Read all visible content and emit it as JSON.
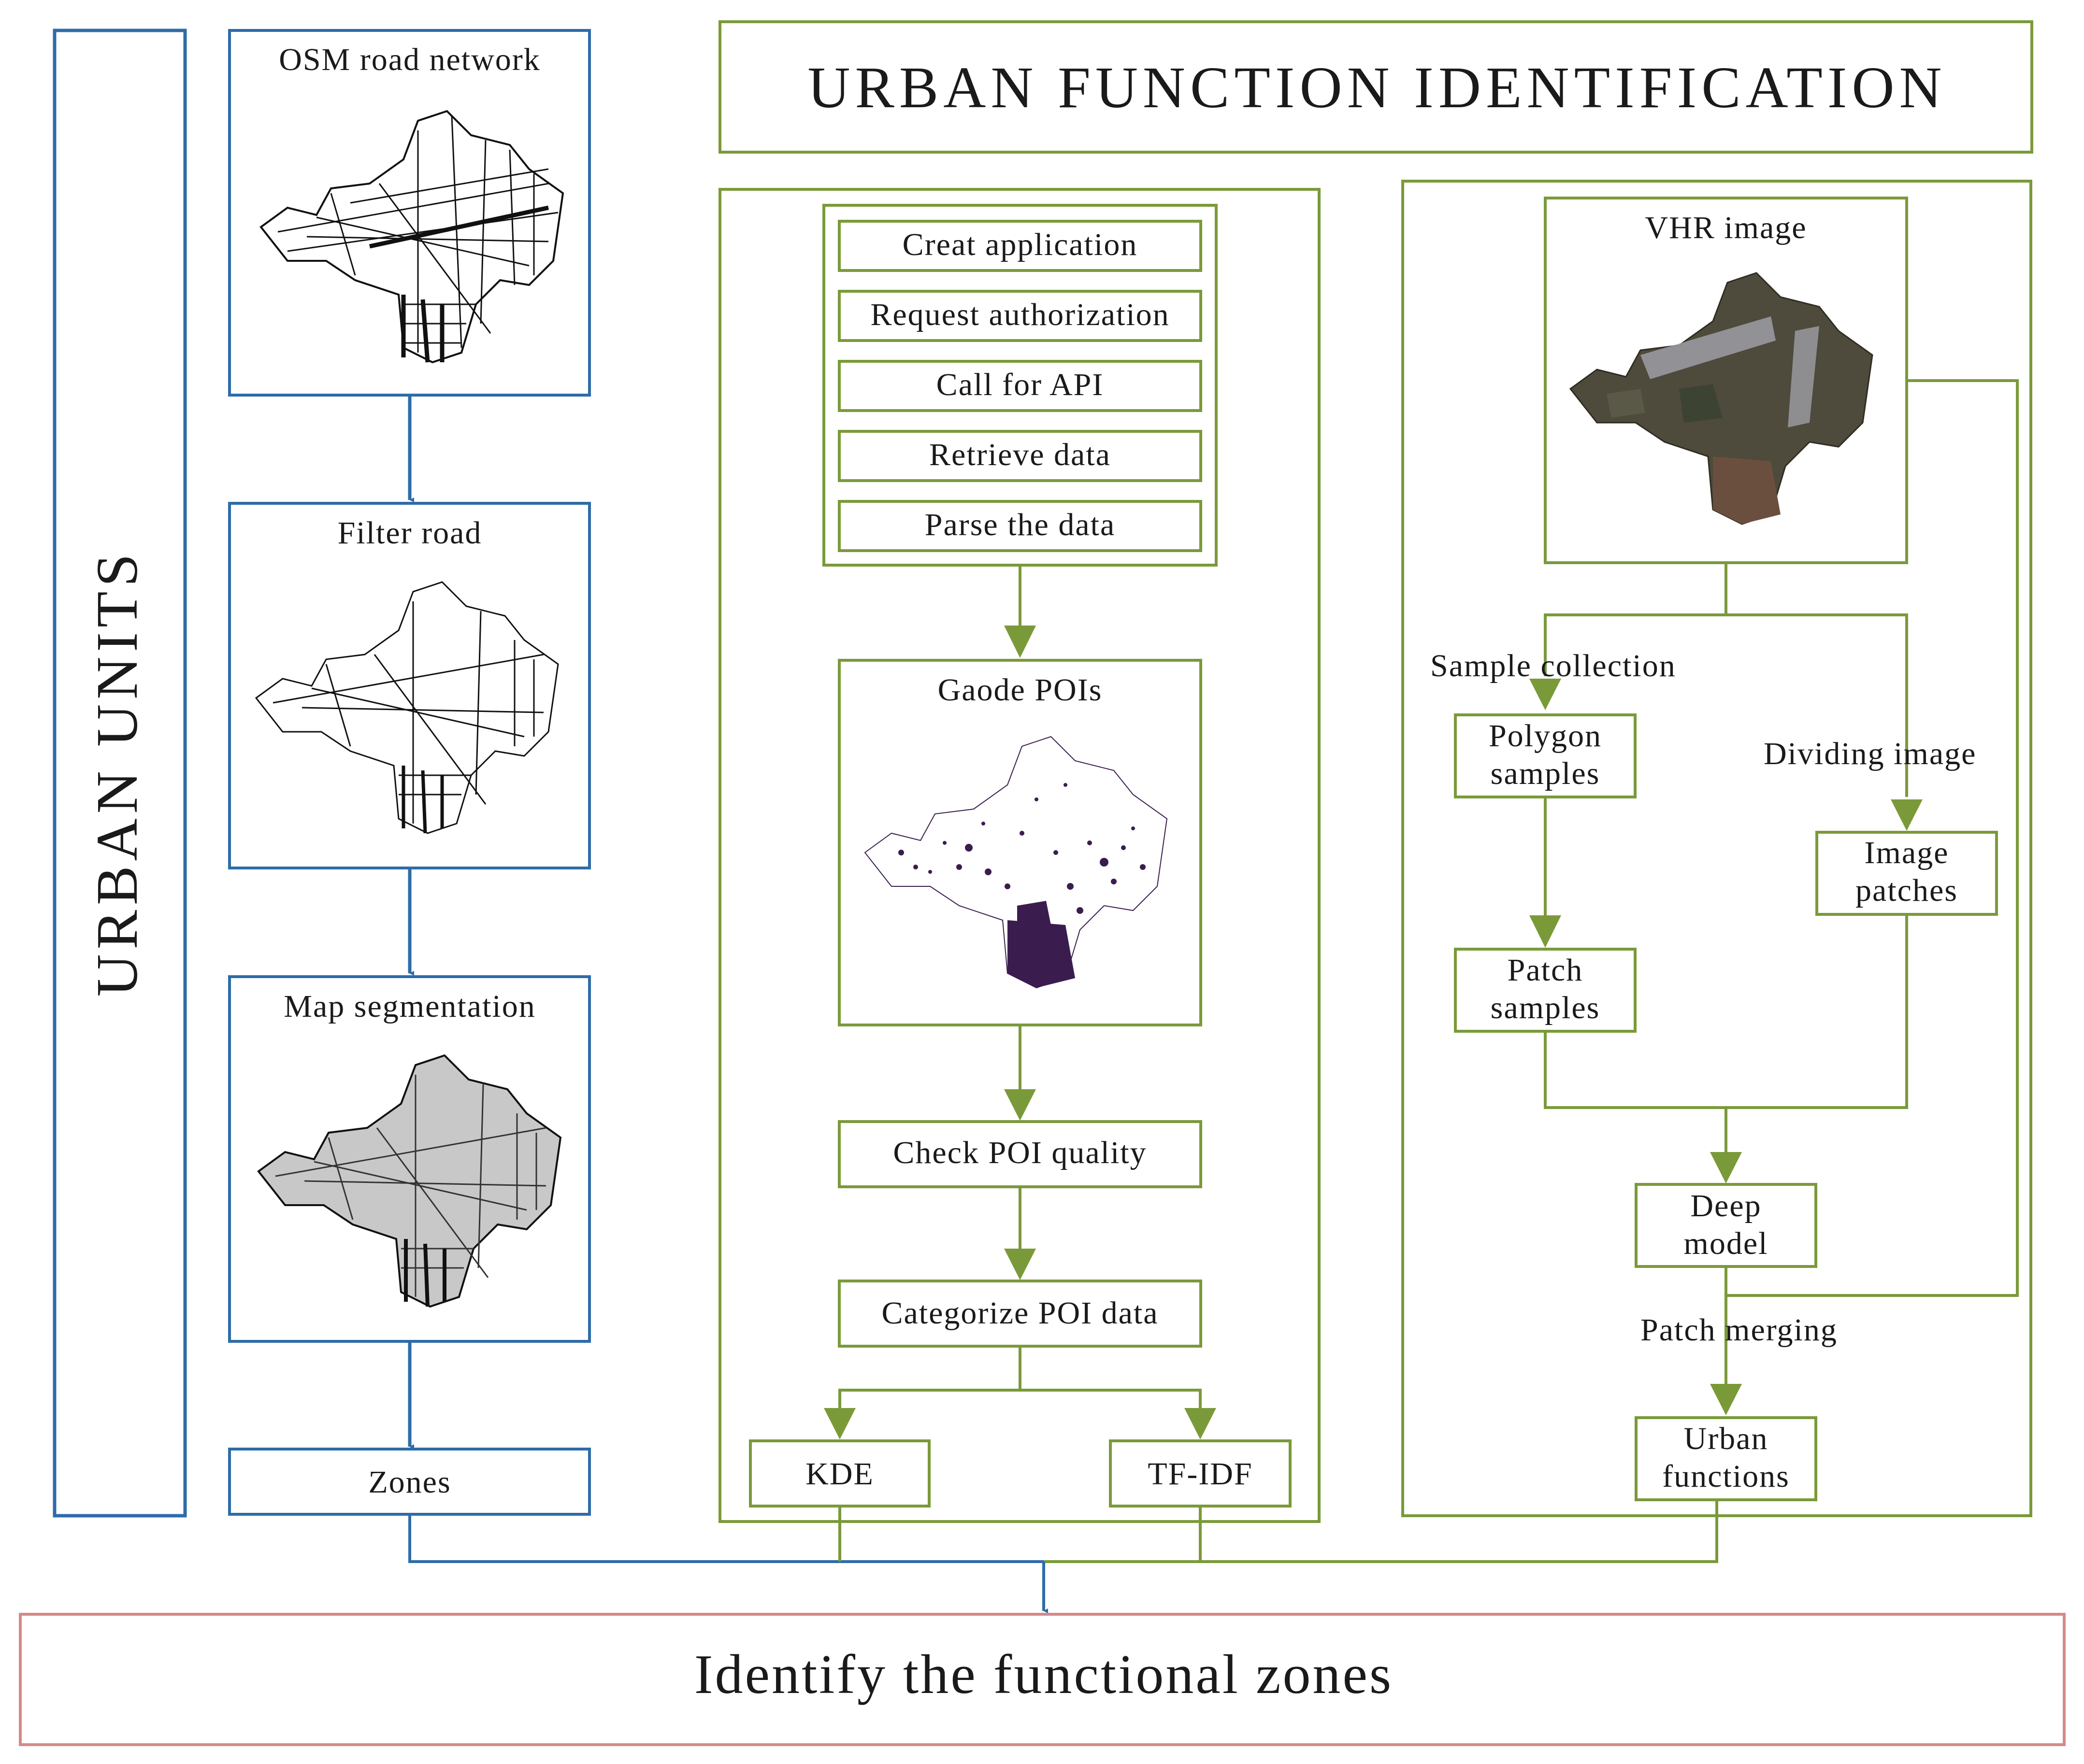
{
  "urban_units": {
    "title": "URBAN UNITS",
    "steps": [
      {
        "label": "OSM road network"
      },
      {
        "label": "Filter road"
      },
      {
        "label": "Map segmentation"
      },
      {
        "label": "Zones"
      }
    ]
  },
  "urban_function": {
    "title": "URBAN FUNCTION IDENTIFICATION",
    "poi_branch": {
      "api_steps": [
        "Creat application",
        "Request authorization",
        "Call for API",
        "Retrieve data",
        "Parse the data"
      ],
      "gaode": "Gaode POIs",
      "check": "Check POI quality",
      "categorize": "Categorize POI data",
      "kde": "KDE",
      "tfidf": "TF-IDF"
    },
    "image_branch": {
      "vhr": "VHR image",
      "sample_collection": "Sample collection",
      "dividing_image": "Dividing image",
      "polygon_samples": [
        "Polygon",
        "samples"
      ],
      "image_patches": [
        "Image",
        "patches"
      ],
      "patch_samples": [
        "Patch",
        "samples"
      ],
      "deep_model": [
        "Deep",
        "model"
      ],
      "patch_merging": "Patch merging",
      "urban_functions": [
        "Urban",
        "functions"
      ]
    }
  },
  "final": {
    "label": "Identify the functional zones"
  },
  "colors": {
    "blue": "#2e6ca8",
    "green": "#7a9a3a",
    "red": "#d48a8a"
  }
}
